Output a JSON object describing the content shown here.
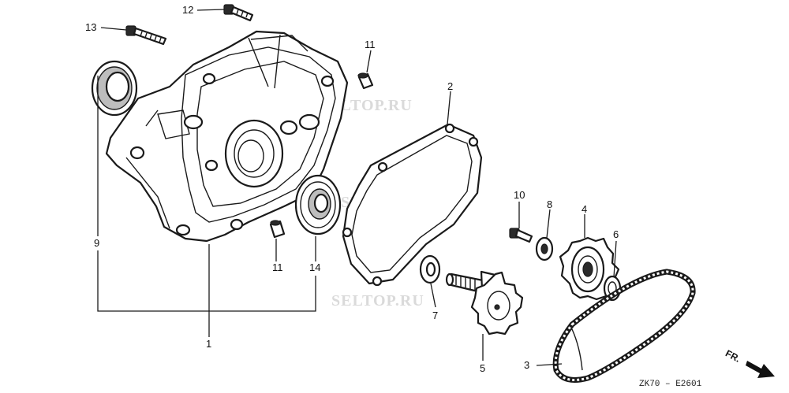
{
  "watermark": "SELTOP.RU",
  "drawing_code": "ZK70 – E2601",
  "direction_label": "FR.",
  "callouts": {
    "c1": "1",
    "c2": "2",
    "c3": "3",
    "c4": "4",
    "c5": "5",
    "c6": "6",
    "c7": "7",
    "c8": "8",
    "c9": "9",
    "c10": "10",
    "c11a": "11",
    "c11b": "11",
    "c12": "12",
    "c13": "13",
    "c14": "14"
  }
}
